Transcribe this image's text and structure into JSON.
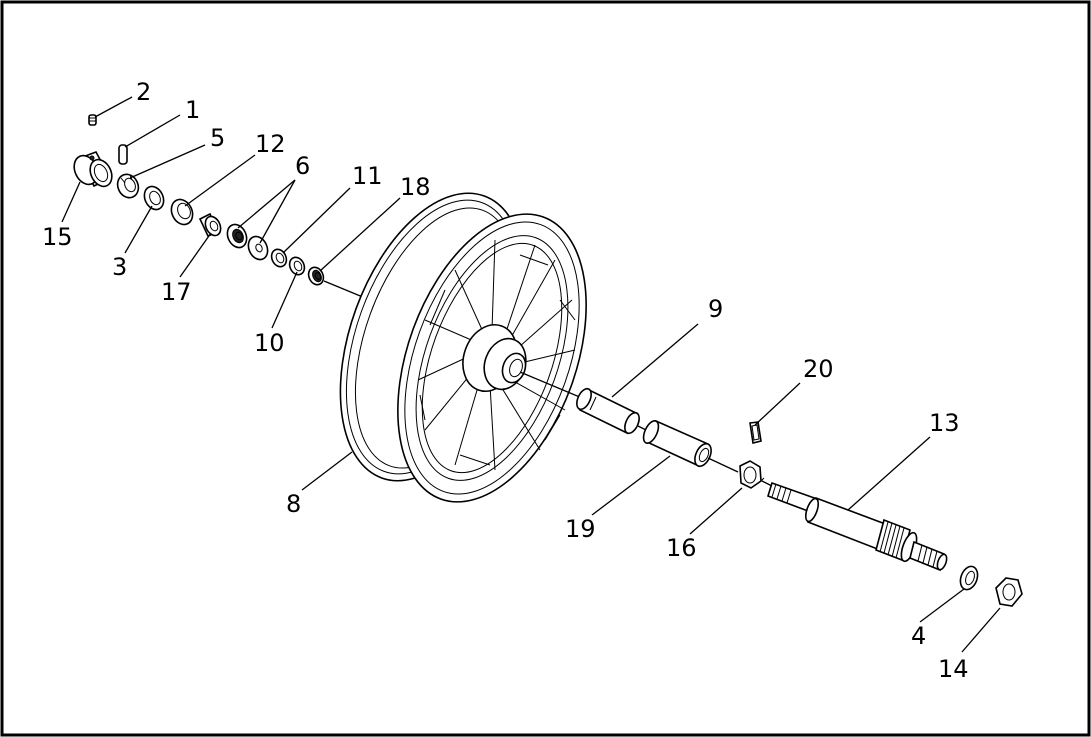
{
  "diagram": {
    "callouts": [
      {
        "id": "c1",
        "label": "1"
      },
      {
        "id": "c2",
        "label": "2"
      },
      {
        "id": "c3",
        "label": "3"
      },
      {
        "id": "c4",
        "label": "4"
      },
      {
        "id": "c5",
        "label": "5"
      },
      {
        "id": "c6",
        "label": "6"
      },
      {
        "id": "c8",
        "label": "8"
      },
      {
        "id": "c9",
        "label": "9"
      },
      {
        "id": "c10",
        "label": "10"
      },
      {
        "id": "c11",
        "label": "11"
      },
      {
        "id": "c12",
        "label": "12"
      },
      {
        "id": "c13",
        "label": "13"
      },
      {
        "id": "c14",
        "label": "14"
      },
      {
        "id": "c15",
        "label": "15"
      },
      {
        "id": "c16",
        "label": "16"
      },
      {
        "id": "c17",
        "label": "17"
      },
      {
        "id": "c18",
        "label": "18"
      },
      {
        "id": "c19",
        "label": "19"
      },
      {
        "id": "c20",
        "label": "20"
      }
    ]
  }
}
